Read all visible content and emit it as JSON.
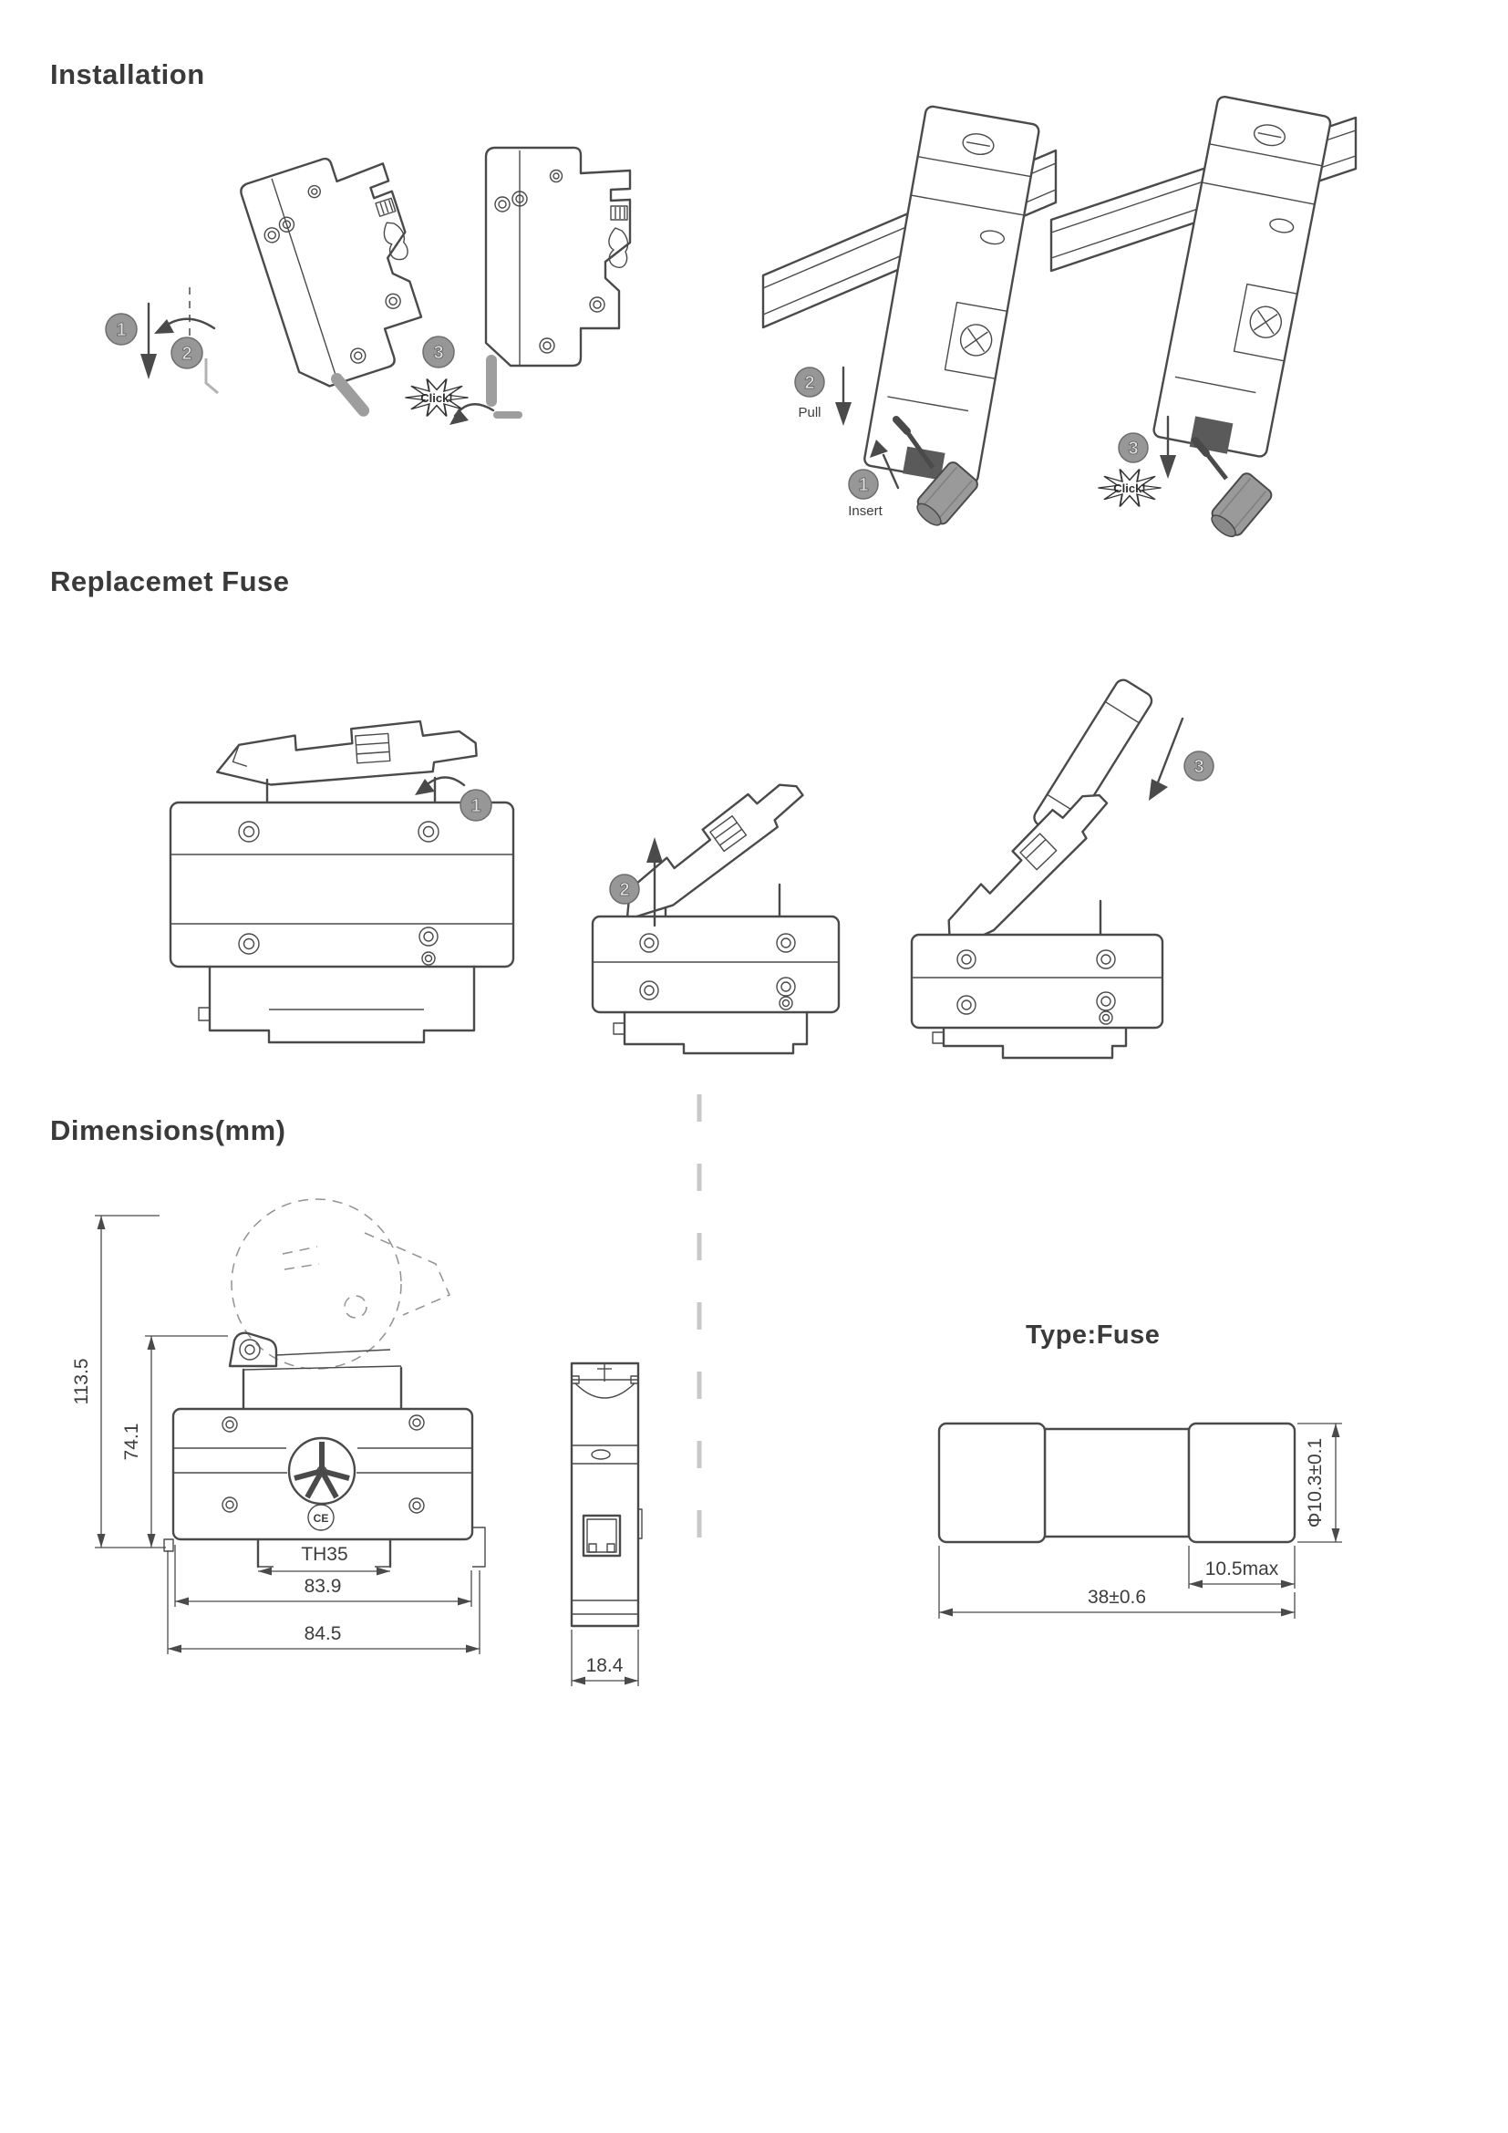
{
  "page": {
    "background": "#ffffff",
    "line_color": "#4a4a4a",
    "accent_gray": "#9a9a9a"
  },
  "sections": {
    "installation": {
      "title": "Installation"
    },
    "replacement_fuse": {
      "title": "Replacemet Fuse"
    },
    "dimensions": {
      "title": "Dimensions(mm)"
    },
    "fuse_type": {
      "title": "Type:Fuse"
    }
  },
  "installation": {
    "fig_tilt": {
      "step_down": "1",
      "step_rotate": "2"
    },
    "fig_snap": {
      "step": "3",
      "click": "Click!"
    },
    "fig_rail_remove": {
      "step_pull": "2",
      "pull": "Pull",
      "step_insert": "1",
      "insert": "Insert"
    },
    "fig_rail_snap": {
      "step": "3",
      "click": "Click!"
    }
  },
  "replacement_fuse": {
    "fig_open": {
      "step": "1"
    },
    "fig_lift": {
      "step": "2"
    },
    "fig_remove": {
      "step": "3"
    }
  },
  "dimensions": {
    "front": {
      "total_height": "113.5",
      "body_height": "74.1",
      "rail": "TH35",
      "body_width": "83.9",
      "total_width": "84.5",
      "ce_mark": "CE"
    },
    "side": {
      "width": "18.4"
    },
    "fuse": {
      "length": "38±0.6",
      "cap": "10.5max",
      "diameter": "Φ10.3±0.1"
    }
  }
}
